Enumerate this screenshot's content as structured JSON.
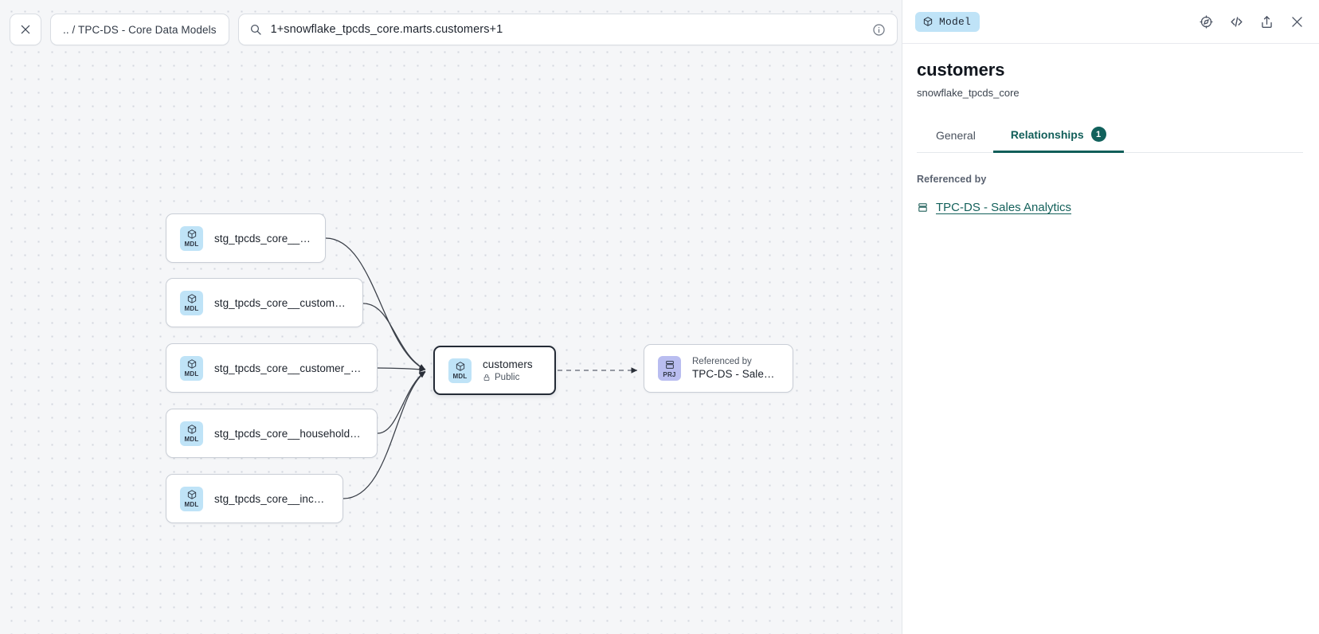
{
  "toolbar": {
    "close_label": "close-icon",
    "breadcrumb": ".. / TPC-DS - Core Data Models",
    "search_value": "1+snowflake_tpcds_core.marts.customers+1",
    "search_icon": "search-icon",
    "info_icon": "info-icon",
    "refresh_icon": "refresh-icon"
  },
  "graph": {
    "nodes": [
      {
        "id": "n1",
        "badge": "MDL",
        "title": "stg_tpcds_core__customer"
      },
      {
        "id": "n2",
        "badge": "MDL",
        "title": "stg_tpcds_core__customer_address"
      },
      {
        "id": "n3",
        "badge": "MDL",
        "title": "stg_tpcds_core__customer_demogra…"
      },
      {
        "id": "n4",
        "badge": "MDL",
        "title": "stg_tpcds_core__household_demogr…"
      },
      {
        "id": "n5",
        "badge": "MDL",
        "title": "stg_tpcds_core__income_band"
      }
    ],
    "center": {
      "badge": "MDL",
      "title": "customers",
      "access": "Public",
      "access_icon": "lock-icon"
    },
    "downstream": {
      "badge": "PRJ",
      "kicker": "Referenced by",
      "title": "TPC-DS - Sales Analytics"
    }
  },
  "panel": {
    "kind_pill": "Model",
    "kind_icon": "cube-icon",
    "actions": [
      {
        "name": "explore-icon"
      },
      {
        "name": "code-icon"
      },
      {
        "name": "share-icon"
      },
      {
        "name": "close-icon"
      }
    ],
    "title": "customers",
    "subtitle": "snowflake_tpcds_core",
    "tabs": [
      {
        "label": "General",
        "count": null,
        "active": false
      },
      {
        "label": "Relationships",
        "count": "1",
        "active": true
      }
    ],
    "section_label": "Referenced by",
    "referenced_by": [
      {
        "label": "TPC-DS - Sales Analytics",
        "icon": "project-icon"
      }
    ]
  },
  "colors": {
    "canvas_bg": "#f5f6f8",
    "mdl_badge": "#bfe3f7",
    "prj_badge": "#b9bdf0",
    "accent_teal": "#115e59",
    "selected_border": "#242b36"
  }
}
